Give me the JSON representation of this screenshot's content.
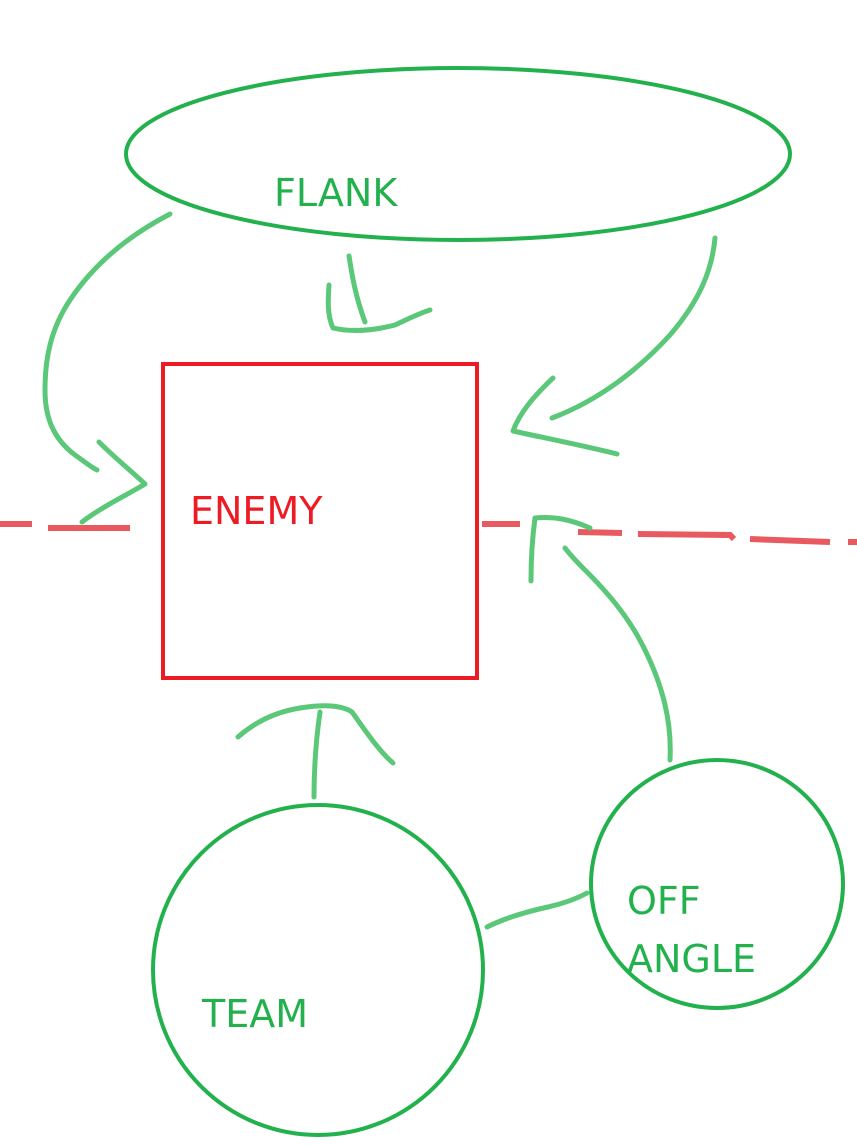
{
  "labels": {
    "flank": "FLANK",
    "enemy": "ENEMY",
    "team": "TEAM",
    "off_angle_line1": "OFF",
    "off_angle_line2": "ANGLE"
  },
  "colors": {
    "green_shape": "#22b14c",
    "green_arrow": "#5ac878",
    "red_box": "#ed1c24",
    "red_dash": "#e85a5f"
  }
}
